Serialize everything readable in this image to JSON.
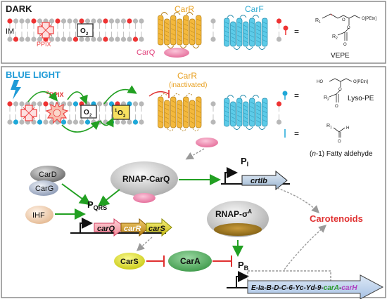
{
  "panels": {
    "dark": {
      "title": "DARK",
      "membrane_label": "IM",
      "ppix_label": "PPIX",
      "o2_label": "O",
      "o2_sub": "2",
      "carr_label": "CarR",
      "carf_label": "CarF",
      "carq_label": "CarQ",
      "equals": "=",
      "vepe_label": "VEPE",
      "vepe_struct": {
        "r1": "R",
        "r1_sub": "1",
        "o": "O",
        "opetn": "O[PEtn]",
        "r2": "R",
        "r2_sub": "2"
      }
    },
    "blue_light": {
      "title": "BLUE LIGHT",
      "ppix3_pre": "3",
      "ppix3_label": "PPIX",
      "o2_label": "O",
      "o2_sub": "2",
      "singlet_pre": "1",
      "singlet_label": "O",
      "singlet_sub": "2",
      "carr_label": "CarR",
      "carr_note": "(inactivated)",
      "lyso_label": "Lyso-PE",
      "lyso_struct": {
        "ho": "HO",
        "opetn": "O[PEtn]",
        "r2": "R",
        "r2_sub": "2",
        "o": "O"
      },
      "aldehyde_label_pre": "(",
      "aldehyde_n1": "n",
      "aldehyde_label_post": "-1) Fatty aldehyde",
      "aldehyde_struct": {
        "r1": "R",
        "r1_sub": "1",
        "o": "O",
        "h": "H"
      },
      "equals": "="
    }
  },
  "regulation": {
    "card": "CarD",
    "carg": "CarG",
    "ihf": "IHF",
    "rnap_carq": "RNAP-CarQ",
    "rnap_sigma": "RNAP-σ",
    "rnap_sigma_sup": "A",
    "p_i": "P",
    "p_i_sub": "I",
    "crtib": "crtIb",
    "p_qrs": "P",
    "p_qrs_sub": "QRS",
    "carq_gene": "carQ",
    "carr_gene": "carR",
    "cars_gene": "carS",
    "cars": "CarS",
    "cara": "CarA",
    "p_b": "P",
    "p_b_sub": "B",
    "operon_main": "E-Ia-B-D-C-6-Yc-Yd-9-",
    "operon_cara": "carA",
    "operon_dash": "-",
    "operon_carh": "carH",
    "carotenoids": "Carotenoids"
  },
  "colors": {
    "panel_border": "#8c8c8c",
    "dark_title": "#1a1a1a",
    "blue_title": "#1f9bd7",
    "carr": "#f0b030",
    "carf": "#3dbfe0",
    "carq": "#f08ab0",
    "ppix": "#ee4444",
    "green_arrow": "#22a022",
    "red_inhibit": "#e03030",
    "carotenoids": "#e03030",
    "cara": "#5fba6a",
    "cars": "#eaea22",
    "operon_fill": "#b8d0ec",
    "cara_gene_text": "#2a9a2a",
    "carh_gene_text": "#b040c0"
  }
}
